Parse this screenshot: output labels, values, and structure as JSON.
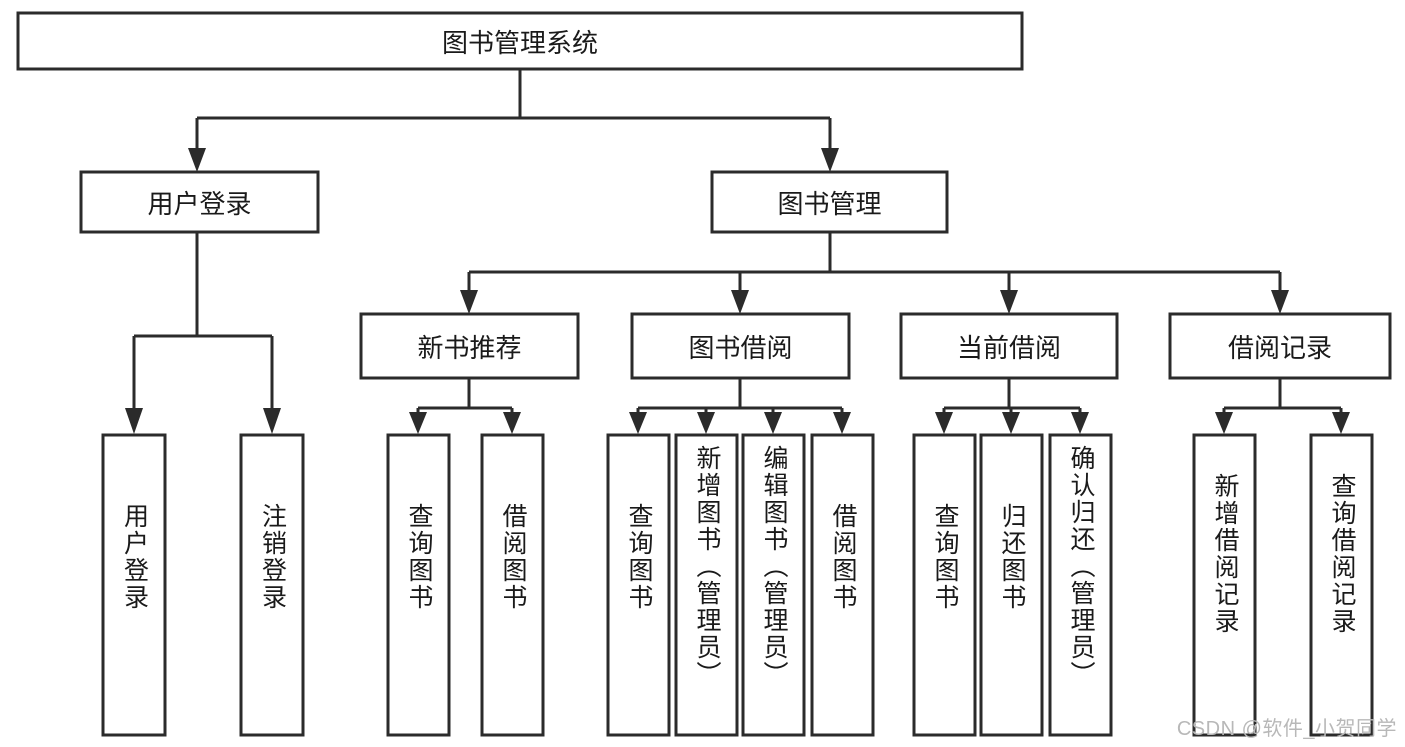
{
  "diagram": {
    "type": "tree-hierarchy-chart",
    "title_node": {
      "label": "图书管理系统"
    },
    "colors": {
      "box_fill": "#ffffff",
      "box_stroke": "#2b2b2b",
      "text": "#1a1a1a",
      "watermark": "#b8b8b8",
      "background": "#ffffff"
    },
    "level2": [
      {
        "label": "用户登录"
      },
      {
        "label": "图书管理"
      }
    ],
    "level3": [
      {
        "label": "新书推荐"
      },
      {
        "label": "图书借阅"
      },
      {
        "label": "当前借阅"
      },
      {
        "label": "借阅记录"
      }
    ],
    "leaves": {
      "user_login": [
        {
          "label": "用户登录"
        },
        {
          "label": "注销登录"
        }
      ],
      "new_book_recommend": [
        {
          "label": "查询图书"
        },
        {
          "label": "借阅图书"
        }
      ],
      "book_borrow": [
        {
          "label": "查询图书"
        },
        {
          "label": "新增图书（管理员）"
        },
        {
          "label": "编辑图书（管理员）"
        },
        {
          "label": "借阅图书"
        }
      ],
      "current_borrow": [
        {
          "label": "查询图书"
        },
        {
          "label": "归还图书"
        },
        {
          "label": "确认归还（管理员）"
        }
      ],
      "borrow_record": [
        {
          "label": "新增借阅记录"
        },
        {
          "label": "查询借阅记录"
        }
      ]
    }
  },
  "watermark": {
    "text": "CSDN @软件_小贺同学"
  }
}
